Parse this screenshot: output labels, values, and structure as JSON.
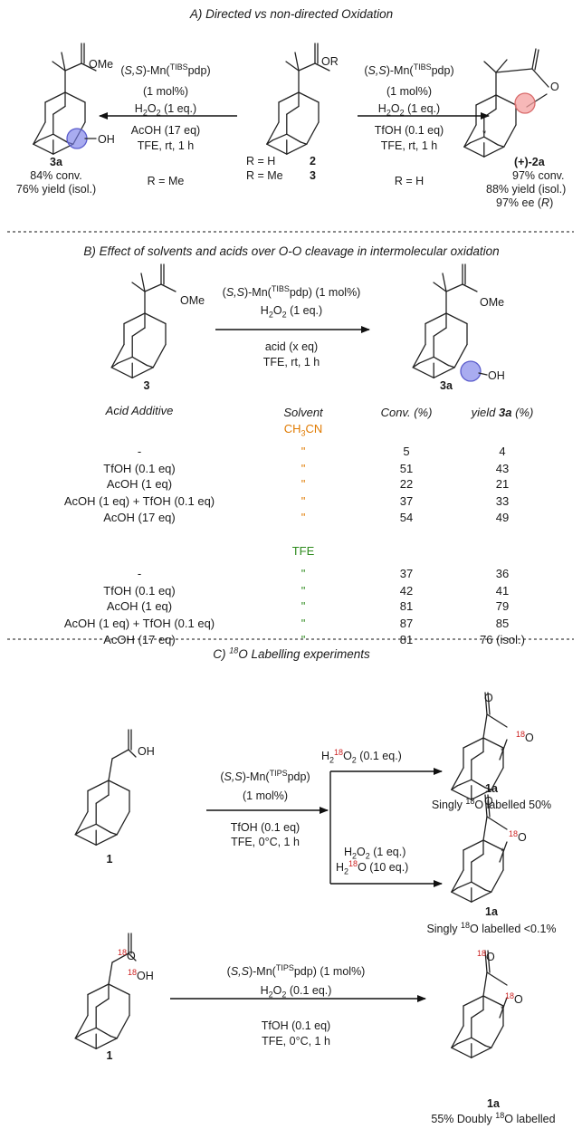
{
  "sections": {
    "a_title": "A) Directed vs non-directed Oxidation",
    "b_title": "B) Effect of solvents and acids over O-O cleavage in intermolecular oxidation",
    "c_title": "C) 18O Labelling experiments"
  },
  "schemeA": {
    "left_catalyst": "(S,S)-Mn(TIBSpdp)",
    "left_loading": "(1 mol%)",
    "left_oxidant": "H2O2 (1 eq.)",
    "left_acid": "AcOH (17 eq)",
    "left_conditions": "TFE, rt, 1 h",
    "left_r": "R = Me",
    "right_catalyst": "(S,S)-Mn(TIBSpdp)",
    "right_loading": "(1 mol%)",
    "right_oxidant": "H2O2 (1 eq.)",
    "right_acid": "TfOH (0.1 eq)",
    "right_conditions": "TFE, rt, 1 h",
    "right_r": "R = H",
    "sm_r_h": "R = H",
    "sm_r_me": "R = Me",
    "sm_label_2": "2",
    "sm_label_3": "3",
    "sm_group": "OR",
    "left_product_label": "3a",
    "left_conv": "84% conv.",
    "left_yield": "76% yield (isol.)",
    "left_group": "OMe",
    "left_oh": "OH",
    "right_product_label": "(+)-2a",
    "right_conv": "97% conv.",
    "right_yield": "88% yield (isol.)",
    "right_ee": "97% ee (R)",
    "right_o": "O"
  },
  "schemeB": {
    "catalyst": "(S,S)-Mn(TIBSpdp) (1 mol%)",
    "oxidant": "H2O2 (1 eq.)",
    "acid": "acid (x eq)",
    "conditions": "TFE, rt, 1 h",
    "sm_label": "3",
    "sm_group": "OMe",
    "product_label": "3a",
    "product_group": "OMe",
    "product_oh": "OH"
  },
  "table": {
    "headers": [
      "Acid Additive",
      "Solvent",
      "Conv. (%)",
      "yield 3a (%)"
    ],
    "solvent1": "CH3CN",
    "solvent2": "TFE",
    "ditto": "\"",
    "rows1": [
      {
        "acid": "-",
        "conv": "5",
        "yield": "4"
      },
      {
        "acid": "TfOH (0.1 eq)",
        "conv": "51",
        "yield": "43"
      },
      {
        "acid": "AcOH (1 eq)",
        "conv": "22",
        "yield": "21"
      },
      {
        "acid": "AcOH (1 eq) + TfOH (0.1 eq)",
        "conv": "37",
        "yield": "33"
      },
      {
        "acid": "AcOH (17 eq)",
        "conv": "54",
        "yield": "49"
      }
    ],
    "rows2": [
      {
        "acid": "-",
        "conv": "37",
        "yield": "36"
      },
      {
        "acid": "TfOH (0.1 eq)",
        "conv": "42",
        "yield": "41"
      },
      {
        "acid": "AcOH (1 eq)",
        "conv": "81",
        "yield": "79"
      },
      {
        "acid": "AcOH (1 eq) + TfOH (0.1 eq)",
        "conv": "87",
        "yield": "85"
      },
      {
        "acid": "AcOH (17 eq)",
        "conv": "81",
        "yield": "76 (isol.)"
      }
    ]
  },
  "schemeC": {
    "catalyst": "(S,S)-Mn(TIPSpdp)",
    "loading": "(1 mol%)",
    "acid": "TfOH (0.1 eq)",
    "conditions": "TFE, 0°C, 1 h",
    "upper_branch": "H2 18O2 (0.1 eq.)",
    "lower_branch_1": "H2O2 (1 eq.)",
    "lower_branch_2": "H2 18O (10 eq.)",
    "sm_label": "1",
    "sm_oh": "OH",
    "product_label": "1a",
    "upper_result": "Singly 18O labelled 50%",
    "lower_result": "Singly 18O labelled <0.1%",
    "second_catalyst": "(S,S)-Mn(TIPSpdp) (1 mol%)",
    "second_oxidant": "H2O2 (0.1 eq.)",
    "second_acid": "TfOH (0.1 eq)",
    "second_conditions": "TFE, 0°C, 1 h",
    "second_sm_label": "1",
    "second_product_label": "1a",
    "second_result": "55% Doubly 18O labelled",
    "label_18": "18",
    "o": "O",
    "oh": "OH"
  }
}
